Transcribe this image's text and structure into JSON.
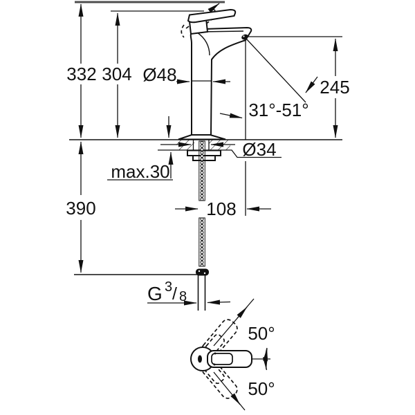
{
  "diagram": {
    "kind": "faucet-dimensional-technical-drawing",
    "units": "mm",
    "colors": {
      "line": "#111111",
      "background": "#ffffff",
      "top_reference_line": "#4d4d4d"
    },
    "labels": {
      "total_height": "332",
      "height_to_lever": "304",
      "body_diameter": "Ø48",
      "spout_height": "245",
      "spout_angle_range": "31°-51°",
      "hole_diameter": "Ø34",
      "max_deck_thickness": "max.30",
      "hose_length": "390",
      "spout_reach": "108",
      "lever_swivel_upper": "50°",
      "lever_swivel_lower": "50°",
      "thread": {
        "prefix": "G",
        "numerator": "3",
        "slash": "/",
        "denominator": "8"
      }
    }
  }
}
